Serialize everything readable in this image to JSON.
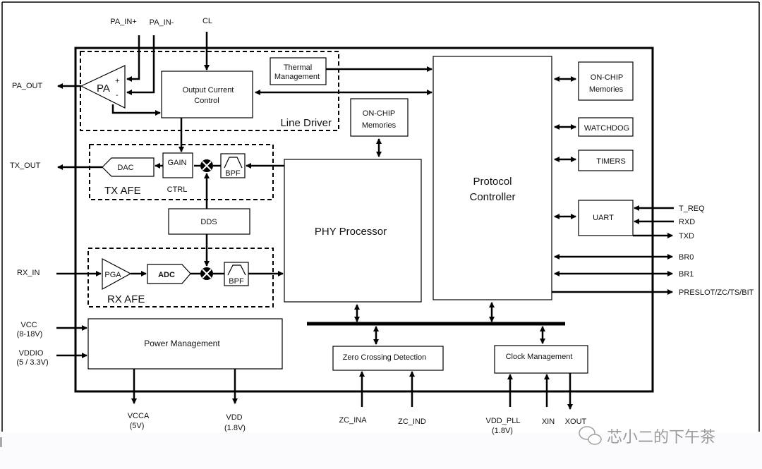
{
  "pins": {
    "pa_in_plus": "PA_IN+",
    "pa_in_minus": "PA_IN-",
    "cl": "CL",
    "pa_out": "PA_OUT",
    "tx_out": "TX_OUT",
    "rx_in": "RX_IN",
    "vcc": "VCC",
    "vcc_range": "(8-18V)",
    "vddio": "VDDIO",
    "vddio_range": "(5 / 3.3V)",
    "vcca": "VCCA",
    "vcca_v": "(5V)",
    "vdd": "VDD",
    "vdd_v": "(1.8V)",
    "zc_ina": "ZC_INA",
    "zc_ind": "ZC_IND",
    "vdd_pll": "VDD_PLL",
    "vdd_pll_v": "(1.8V)",
    "xin": "XIN",
    "xout": "XOUT",
    "t_req": "T_REQ",
    "rxd": "RXD",
    "txd": "TXD",
    "br0": "BR0",
    "br1": "BR1",
    "preslot": "PRESLOT/ZC/TS/BIT"
  },
  "blocks": {
    "pa": "PA",
    "plus": "+",
    "minus": "-",
    "output_current_1": "Output Current",
    "output_current_2": "Control",
    "thermal_1": "Thermal",
    "thermal_2": "Management",
    "line_driver": "Line Driver",
    "dac": "DAC",
    "gain": "GAIN",
    "ctrl": "CTRL",
    "bpf": "BPF",
    "tx_afe": "TX AFE",
    "dds": "DDS",
    "pga": "PGA",
    "adc": "ADC",
    "rx_afe": "RX AFE",
    "onchip_mid_1": "ON-CHIP",
    "onchip_mid_2": "Memories",
    "phy": "PHY Processor",
    "protocol_1": "Protocol",
    "protocol_2": "Controller",
    "onchip_right_1": "ON-CHIP",
    "onchip_right_2": "Memories",
    "watchdog": "WATCHDOG",
    "timers": "TIMERS",
    "uart": "UART",
    "power": "Power Management",
    "zcd": "Zero Crossing Detection",
    "clock": "Clock Management"
  },
  "watermark": "芯小二的下午茶"
}
